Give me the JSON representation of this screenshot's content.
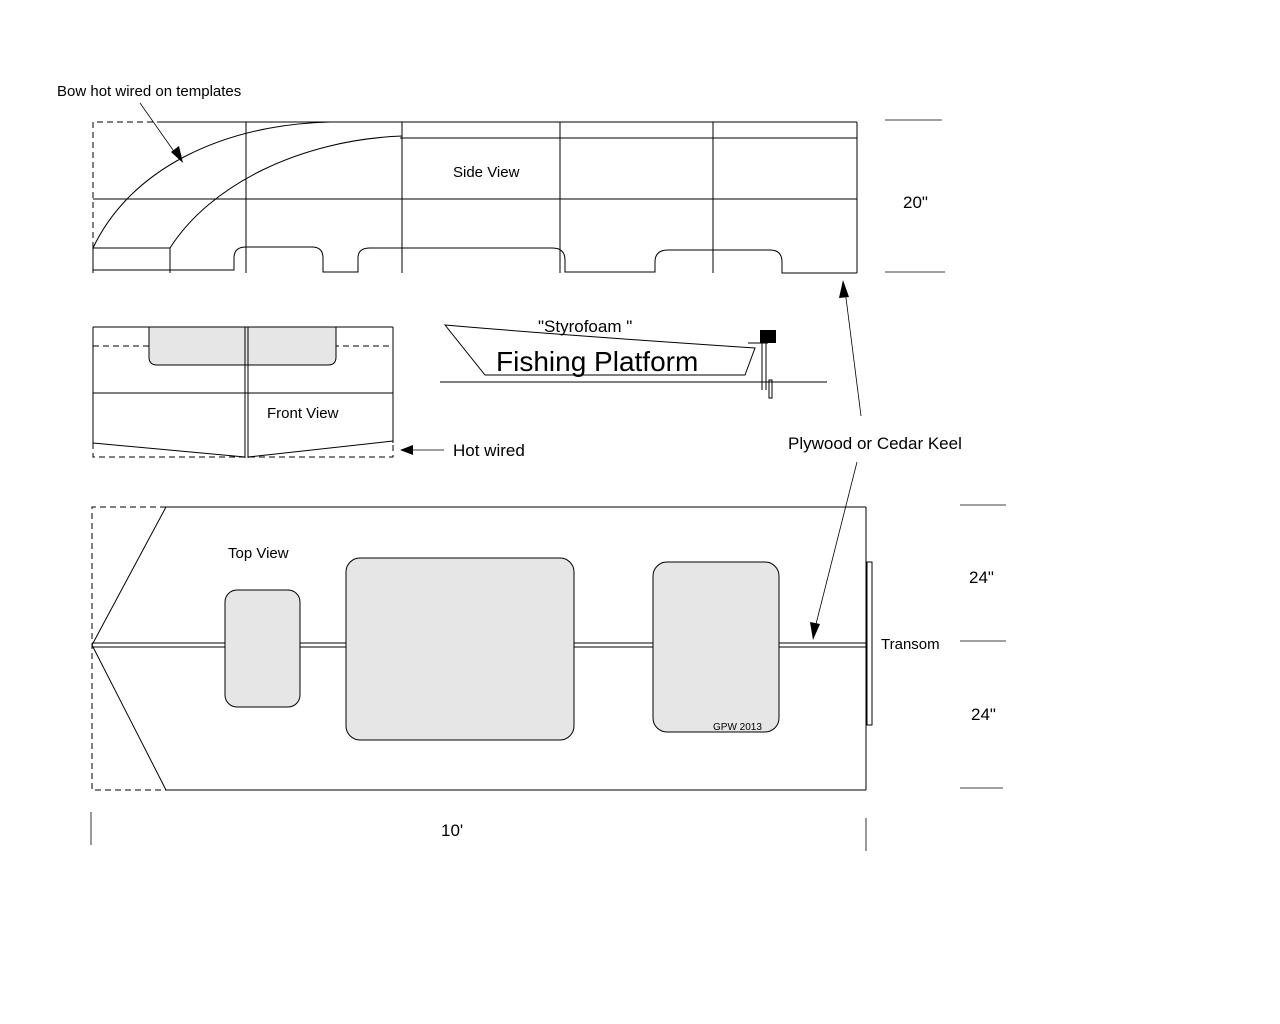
{
  "labels": {
    "bow_hot_wired": "Bow hot wired on templates",
    "side_view": "Side View",
    "front_view": "Front View",
    "top_view": "Top View",
    "hot_wired": "Hot wired",
    "styrofoam": "\"Styrofoam \"",
    "fishing_platform": "Fishing Platform",
    "keel": "Plywood or Cedar Keel",
    "transom": "Transom",
    "credit": "GPW 2013"
  },
  "dimensions": {
    "side_height": "20\"",
    "top_half_upper": "24\"",
    "top_half_lower": "24\"",
    "length": "10'"
  }
}
